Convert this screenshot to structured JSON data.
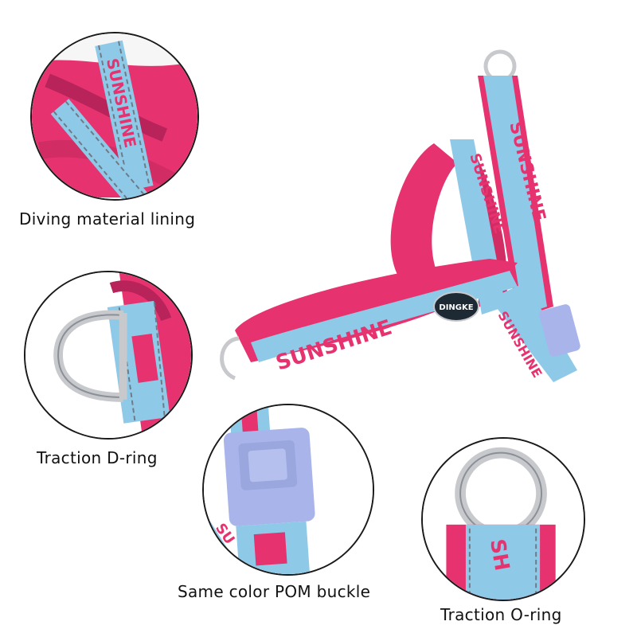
{
  "captions": {
    "lining": "Diving material lining",
    "d_ring": "Traction D-ring",
    "buckle": "Same color POM buckle",
    "o_ring": "Traction O-ring"
  },
  "brand_badge": "DINGKE",
  "webbing_text": "SUNSHINE",
  "colors": {
    "webbing_blue": "#8ec9e8",
    "padding_pink": "#e6336f",
    "buckle_lavender": "#a8b4ea",
    "metal": "#c7c9cd",
    "badge": "#1d2a33"
  }
}
